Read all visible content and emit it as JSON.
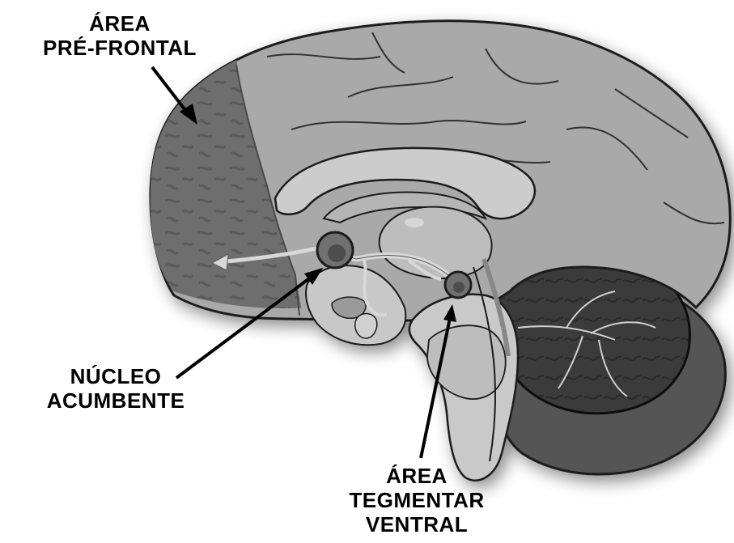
{
  "labels": {
    "prefrontal": {
      "line1": "ÁREA",
      "line2": "PRÉ-FRONTAL"
    },
    "accumbens": {
      "line1": "NÚCLEO",
      "line2": "ACUMBENTE"
    },
    "vta": {
      "line1": "ÁREA",
      "line2": "TEGMENTAR",
      "line3": "VENTRAL"
    }
  },
  "colors": {
    "cortex": "#a9a9a9",
    "prefrontal": "#6e6e6e",
    "cerebellum": "#3a3a3a",
    "inner": "#c7c7c7",
    "nucleus": "#707070",
    "pathway": "#d8d8d8",
    "outline": "#1a1a1a"
  }
}
